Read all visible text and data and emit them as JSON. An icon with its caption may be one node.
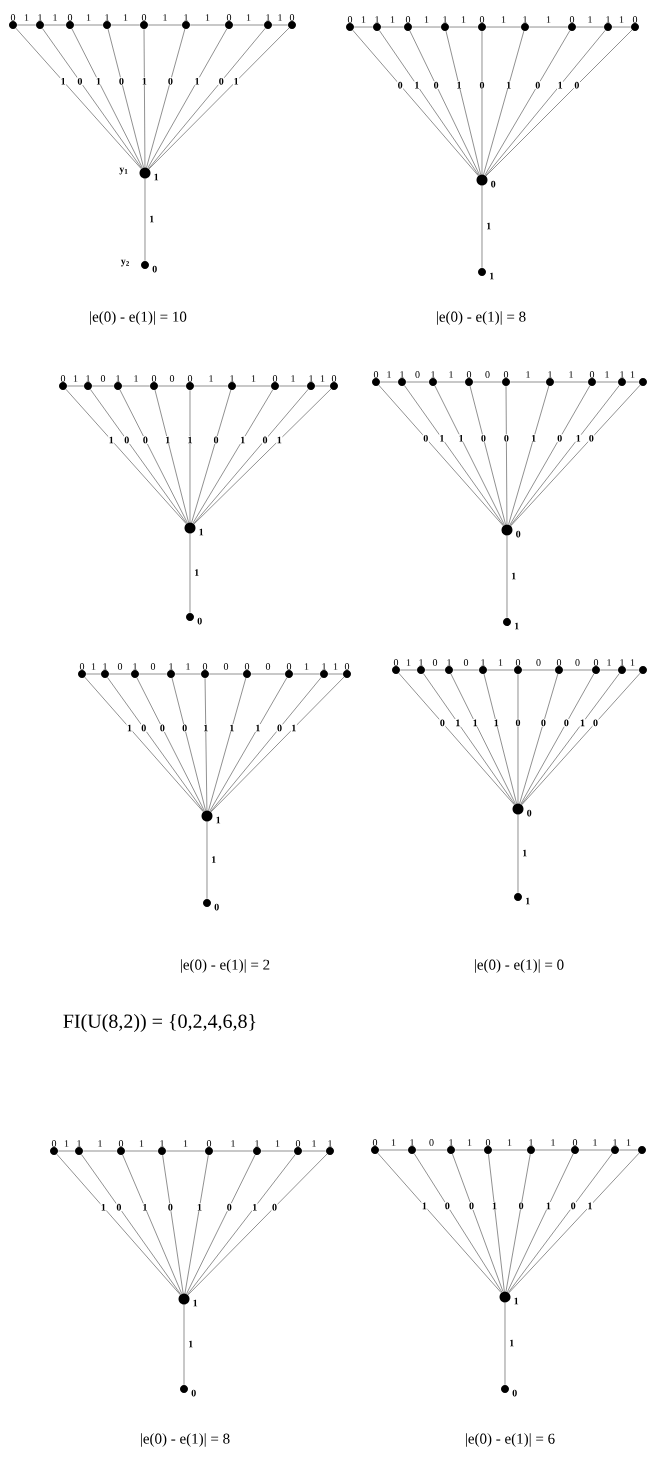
{
  "diagram": {
    "nodes": [
      {
        "text": [],
        "shape": "circle",
        "beside": [
          "0"
        ]
      },
      {
        "text": [],
        "shape": "circle",
        "beside": [
          "1"
        ]
      },
      {
        "text": [],
        "shape": "circle",
        "beside": [
          "0"
        ]
      },
      {
        "text": [],
        "shape": "circle",
        "beside": [
          "1"
        ]
      },
      {
        "text": [],
        "shape": "circle",
        "beside": [
          "0"
        ]
      },
      {
        "text": [],
        "shape": "circle",
        "beside": [
          "1"
        ]
      },
      {
        "text": [],
        "shape": "circle",
        "beside": [
          "0"
        ]
      },
      {
        "text": [],
        "shape": "circle",
        "beside": [
          "1"
        ]
      },
      {
        "text": [],
        "shape": "circle",
        "beside": [
          "0"
        ]
      },
      {
        "text": [],
        "shape": "circle",
        "beside": [
          "y$_{1}$",
          "1"
        ]
      },
      {
        "text": [],
        "shape": "circle",
        "beside": [
          "y$_{2}$",
          "0"
        ]
      },
      {
        "text": [],
        "shape": "circle",
        "beside": [
          "0"
        ]
      },
      {
        "text": [],
        "shape": "circle",
        "beside": [
          "1"
        ]
      },
      {
        "text": [],
        "shape": "circle",
        "beside": [
          "0"
        ]
      },
      {
        "text": [],
        "shape": "circle",
        "beside": [
          "1"
        ]
      },
      {
        "text": [],
        "shape": "circle",
        "beside": [
          "0"
        ]
      },
      {
        "text": [],
        "shape": "circle",
        "beside": [
          "1"
        ]
      },
      {
        "text": [],
        "shape": "circle",
        "beside": [
          "0"
        ]
      },
      {
        "text": [],
        "shape": "circle",
        "beside": [
          "1"
        ]
      },
      {
        "text": [],
        "shape": "circle",
        "beside": [
          "0"
        ]
      },
      {
        "text": [],
        "shape": "circle",
        "beside": [
          "0"
        ]
      },
      {
        "text": [],
        "shape": "circle",
        "beside": [
          "1"
        ]
      },
      {
        "text": [],
        "shape": "circle",
        "beside": [
          "0"
        ]
      },
      {
        "text": [],
        "shape": "circle",
        "beside": [
          "1"
        ]
      },
      {
        "text": [],
        "shape": "circle",
        "beside": [
          "1"
        ]
      },
      {
        "text": [],
        "shape": "circle",
        "beside": [
          "0"
        ]
      },
      {
        "text": [],
        "shape": "circle",
        "beside": [
          "0"
        ]
      },
      {
        "text": [],
        "shape": "circle",
        "beside": [
          "1"
        ]
      },
      {
        "text": [],
        "shape": "circle",
        "beside": [
          "0"
        ]
      },
      {
        "text": [],
        "shape": "circle",
        "beside": [
          "1"
        ]
      },
      {
        "text": [],
        "shape": "circle",
        "beside": [
          "0"
        ]
      },
      {
        "text": [],
        "shape": "circle",
        "beside": [
          "1"
        ]
      },
      {
        "text": [],
        "shape": "circle",
        "beside": [
          "0"
        ]
      },
      {
        "text": [],
        "shape": "circle",
        "beside": [
          "0"
        ]
      },
      {
        "text": [],
        "shape": "circle",
        "beside": [
          "1"
        ]
      },
      {
        "text": [],
        "shape": "circle",
        "beside": [
          "1"
        ]
      },
      {
        "text": [],
        "shape": "circle",
        "beside": [
          "0"
        ]
      },
      {
        "text": [],
        "shape": "circle",
        "beside": [
          "0"
        ]
      },
      {
        "text": [],
        "shape": "circle",
        "beside": [
          "1"
        ]
      },
      {
        "text": [],
        "shape": "circle",
        "beside": [
          "0"
        ]
      },
      {
        "text": [],
        "shape": "circle",
        "beside": [
          "1"
        ]
      },
      {
        "text": [],
        "shape": "circle"
      },
      {
        "text": [],
        "shape": "circle",
        "beside": [
          "0"
        ]
      },
      {
        "text": [],
        "shape": "circle",
        "beside": [
          "1"
        ]
      },
      {
        "text": [],
        "shape": "circle",
        "beside": [
          "0"
        ]
      },
      {
        "text": [],
        "shape": "circle",
        "beside": [
          "1"
        ]
      },
      {
        "text": [],
        "shape": "circle",
        "beside": [
          "1"
        ]
      },
      {
        "text": [],
        "shape": "circle",
        "beside": [
          "1"
        ]
      },
      {
        "text": [],
        "shape": "circle",
        "beside": [
          "0"
        ]
      },
      {
        "text": [],
        "shape": "circle",
        "beside": [
          "0"
        ]
      },
      {
        "text": [],
        "shape": "circle",
        "beside": [
          "0"
        ]
      },
      {
        "text": [],
        "shape": "circle",
        "beside": [
          "1"
        ]
      },
      {
        "text": [],
        "shape": "circle",
        "beside": [
          "0"
        ]
      },
      {
        "text": [],
        "shape": "circle",
        "beside": [
          "1"
        ]
      },
      {
        "text": [],
        "shape": "circle",
        "beside": [
          "0"
        ]
      },
      {
        "text": [],
        "shape": "circle",
        "beside": [
          "0"
        ]
      },
      {
        "text": [],
        "shape": "circle",
        "beside": [
          "1"
        ]
      },
      {
        "text": [],
        "shape": "circle",
        "beside": [
          "1"
        ]
      },
      {
        "text": [],
        "shape": "circle",
        "beside": [
          "1"
        ]
      },
      {
        "text": [],
        "shape": "circle",
        "beside": [
          "0"
        ]
      },
      {
        "text": [],
        "shape": "circle",
        "beside": [
          "0"
        ]
      },
      {
        "text": [],
        "shape": "circle",
        "beside": [
          "0"
        ]
      },
      {
        "text": [],
        "shape": "circle",
        "beside": [
          "1"
        ]
      },
      {
        "text": [],
        "shape": "circle"
      },
      {
        "text": [],
        "shape": "circle",
        "beside": [
          "0"
        ]
      },
      {
        "text": [],
        "shape": "circle",
        "beside": [
          "1"
        ]
      },
      {
        "text": [],
        "shape": "circle",
        "beside": [
          "0"
        ]
      },
      {
        "text": [],
        "shape": "circle",
        "beside": [
          "1"
        ]
      },
      {
        "text": [],
        "shape": "circle",
        "beside": [
          "0"
        ]
      },
      {
        "text": [],
        "shape": "circle",
        "beside": [
          "1"
        ]
      },
      {
        "text": [],
        "shape": "circle",
        "beside": [
          "0"
        ]
      },
      {
        "text": [],
        "shape": "circle",
        "beside": [
          "1"
        ]
      },
      {
        "text": [],
        "shape": "circle",
        "beside": [
          "0"
        ]
      },
      {
        "text": [],
        "shape": "circle",
        "beside": [
          "1"
        ]
      },
      {
        "text": [],
        "shape": "circle",
        "beside": [
          "1"
        ]
      },
      {
        "text": [],
        "shape": "circle",
        "beside": [
          "0"
        ]
      },
      {
        "text": [],
        "shape": "circle",
        "beside": [
          "0"
        ]
      },
      {
        "text": [],
        "shape": "circle",
        "beside": [
          "1"
        ]
      },
      {
        "text": [],
        "shape": "circle",
        "beside": [
          "1"
        ]
      },
      {
        "text": [],
        "shape": "circle",
        "beside": [
          "0"
        ]
      },
      {
        "text": [],
        "shape": "circle",
        "beside": [
          "1"
        ]
      },
      {
        "text": [],
        "shape": "circle",
        "beside": [
          "0"
        ]
      },
      {
        "text": [],
        "shape": "circle",
        "beside": [
          "1"
        ]
      },
      {
        "text": [],
        "shape": "circle"
      },
      {
        "text": [],
        "shape": "circle",
        "beside": [
          "1"
        ]
      },
      {
        "text": [],
        "shape": "circle",
        "beside": [
          "0"
        ]
      }
    ],
    "edges": [
      {
        "from": 0,
        "to": 1,
        "arrow": "none",
        "label": "1"
      },
      {
        "from": 1,
        "to": 2,
        "arrow": "none",
        "label": "1"
      },
      {
        "from": 2,
        "to": 3,
        "arrow": "none",
        "label": "1"
      },
      {
        "from": 3,
        "to": 4,
        "arrow": "none",
        "label": "1"
      },
      {
        "from": 4,
        "to": 5,
        "arrow": "none",
        "label": "1"
      },
      {
        "from": 5,
        "to": 6,
        "arrow": "none",
        "label": "1"
      },
      {
        "from": 6,
        "to": 7,
        "arrow": "none",
        "label": "1"
      },
      {
        "from": 7,
        "to": 8,
        "arrow": "none",
        "label": "1"
      },
      {
        "from": 0,
        "to": 9,
        "arrow": "none",
        "label": "1"
      },
      {
        "from": 1,
        "to": 9,
        "arrow": "none",
        "label": "0"
      },
      {
        "from": 2,
        "to": 9,
        "arrow": "none",
        "label": "1"
      },
      {
        "from": 3,
        "to": 9,
        "arrow": "none",
        "label": "0"
      },
      {
        "from": 4,
        "to": 9,
        "arrow": "none",
        "label": "1"
      },
      {
        "from": 5,
        "to": 9,
        "arrow": "none",
        "label": "0"
      },
      {
        "from": 6,
        "to": 9,
        "arrow": "none",
        "label": "1"
      },
      {
        "from": 7,
        "to": 9,
        "arrow": "none",
        "label": "0"
      },
      {
        "from": 8,
        "to": 9,
        "arrow": "none",
        "label": "1"
      },
      {
        "from": 9,
        "to": 10,
        "arrow": "none",
        "label": "1"
      },
      {
        "from": 11,
        "to": 12,
        "arrow": "none",
        "label": "1"
      },
      {
        "from": 12,
        "to": 13,
        "arrow": "none",
        "label": "1"
      },
      {
        "from": 13,
        "to": 14,
        "arrow": "none",
        "label": "1"
      },
      {
        "from": 14,
        "to": 15,
        "arrow": "none",
        "label": "1"
      },
      {
        "from": 15,
        "to": 16,
        "arrow": "none",
        "label": "1"
      },
      {
        "from": 16,
        "to": 17,
        "arrow": "none",
        "label": "1"
      },
      {
        "from": 17,
        "to": 18,
        "arrow": "none",
        "label": "1"
      },
      {
        "from": 18,
        "to": 19,
        "arrow": "none",
        "label": "1"
      },
      {
        "from": 11,
        "to": 20,
        "arrow": "none",
        "label": "0"
      },
      {
        "from": 12,
        "to": 20,
        "arrow": "none",
        "label": "1"
      },
      {
        "from": 13,
        "to": 20,
        "arrow": "none",
        "label": "0"
      },
      {
        "from": 14,
        "to": 20,
        "arrow": "none",
        "label": "1"
      },
      {
        "from": 15,
        "to": 20,
        "arrow": "none",
        "label": "0"
      },
      {
        "from": 16,
        "to": 20,
        "arrow": "none",
        "label": "1"
      },
      {
        "from": 17,
        "to": 20,
        "arrow": "none",
        "label": "0"
      },
      {
        "from": 18,
        "to": 20,
        "arrow": "none",
        "label": "1"
      },
      {
        "from": 19,
        "to": 20,
        "arrow": "none",
        "label": "0"
      },
      {
        "from": 20,
        "to": 21,
        "arrow": "none",
        "label": "1"
      },
      {
        "from": 22,
        "to": 23,
        "arrow": "none",
        "label": "1"
      },
      {
        "from": 23,
        "to": 24,
        "arrow": "none",
        "label": "0"
      },
      {
        "from": 24,
        "to": 25,
        "arrow": "none",
        "label": "1"
      },
      {
        "from": 25,
        "to": 26,
        "arrow": "none",
        "label": "0"
      },
      {
        "from": 26,
        "to": 27,
        "arrow": "none",
        "label": "1"
      },
      {
        "from": 27,
        "to": 28,
        "arrow": "none",
        "label": "1"
      },
      {
        "from": 28,
        "to": 29,
        "arrow": "none",
        "label": "1"
      },
      {
        "from": 29,
        "to": 30,
        "arrow": "none",
        "label": "1"
      },
      {
        "from": 22,
        "to": 31,
        "arrow": "none",
        "label": "1"
      },
      {
        "from": 23,
        "to": 31,
        "arrow": "none",
        "label": "0"
      },
      {
        "from": 24,
        "to": 31,
        "arrow": "none",
        "label": "0"
      },
      {
        "from": 25,
        "to": 31,
        "arrow": "none",
        "label": "1"
      },
      {
        "from": 26,
        "to": 31,
        "arrow": "none",
        "label": "1"
      },
      {
        "from": 27,
        "to": 31,
        "arrow": "none",
        "label": "0"
      },
      {
        "from": 28,
        "to": 31,
        "arrow": "none",
        "label": "1"
      },
      {
        "from": 29,
        "to": 31,
        "arrow": "none",
        "label": "0"
      },
      {
        "from": 30,
        "to": 31,
        "arrow": "none",
        "label": "1"
      },
      {
        "from": 31,
        "to": 32,
        "arrow": "none",
        "label": "1"
      },
      {
        "from": 33,
        "to": 34,
        "arrow": "none",
        "label": "1"
      },
      {
        "from": 34,
        "to": 35,
        "arrow": "none",
        "label": "0"
      },
      {
        "from": 35,
        "to": 36,
        "arrow": "none",
        "label": "1"
      },
      {
        "from": 36,
        "to": 37,
        "arrow": "none",
        "label": "0"
      },
      {
        "from": 37,
        "to": 38,
        "arrow": "none",
        "label": "1"
      },
      {
        "from": 38,
        "to": 39,
        "arrow": "none",
        "label": "1"
      },
      {
        "from": 39,
        "to": 40,
        "arrow": "none",
        "label": "1"
      },
      {
        "from": 40,
        "to": 41,
        "arrow": "none",
        "label": "1"
      },
      {
        "from": 33,
        "to": 42,
        "arrow": "none",
        "label": "0"
      },
      {
        "from": 34,
        "to": 42,
        "arrow": "none",
        "label": "1"
      },
      {
        "from": 35,
        "to": 42,
        "arrow": "none",
        "label": "1"
      },
      {
        "from": 36,
        "to": 42,
        "arrow": "none",
        "label": "0"
      },
      {
        "from": 37,
        "to": 42,
        "arrow": "none",
        "label": "0"
      },
      {
        "from": 38,
        "to": 42,
        "arrow": "none",
        "label": "1"
      },
      {
        "from": 39,
        "to": 42,
        "arrow": "none",
        "label": "0"
      },
      {
        "from": 40,
        "to": 42,
        "arrow": "none",
        "label": "1"
      },
      {
        "from": 41,
        "to": 42,
        "arrow": "none",
        "label": "0"
      },
      {
        "from": 42,
        "to": 43,
        "arrow": "none",
        "label": "1"
      },
      {
        "from": 44,
        "to": 45,
        "arrow": "none",
        "label": "1"
      },
      {
        "from": 45,
        "to": 46,
        "arrow": "none",
        "label": "0"
      },
      {
        "from": 46,
        "to": 47,
        "arrow": "none",
        "label": "0"
      },
      {
        "from": 47,
        "to": 48,
        "arrow": "none",
        "label": "1"
      },
      {
        "from": 48,
        "to": 49,
        "arrow": "none",
        "label": "0"
      },
      {
        "from": 49,
        "to": 50,
        "arrow": "none",
        "label": "0"
      },
      {
        "from": 50,
        "to": 51,
        "arrow": "none",
        "label": "1"
      },
      {
        "from": 51,
        "to": 52,
        "arrow": "none",
        "label": "1"
      },
      {
        "from": 44,
        "to": 53,
        "arrow": "none",
        "label": "1"
      },
      {
        "from": 45,
        "to": 53,
        "arrow": "none",
        "label": "0"
      },
      {
        "from": 46,
        "to": 53,
        "arrow": "none",
        "label": "0"
      },
      {
        "from": 47,
        "to": 53,
        "arrow": "none",
        "label": "0"
      },
      {
        "from": 48,
        "to": 53,
        "arrow": "none",
        "label": "1"
      },
      {
        "from": 49,
        "to": 53,
        "arrow": "none",
        "label": "1"
      },
      {
        "from": 50,
        "to": 53,
        "arrow": "none",
        "label": "1"
      },
      {
        "from": 51,
        "to": 53,
        "arrow": "none",
        "label": "0"
      },
      {
        "from": 52,
        "to": 53,
        "arrow": "none",
        "label": "1"
      },
      {
        "from": 53,
        "to": 54,
        "arrow": "none",
        "label": "1"
      },
      {
        "from": 55,
        "to": 56,
        "arrow": "none",
        "label": "1"
      },
      {
        "from": 56,
        "to": 57,
        "arrow": "none",
        "label": "0"
      },
      {
        "from": 57,
        "to": 58,
        "arrow": "none",
        "label": "0"
      },
      {
        "from": 58,
        "to": 59,
        "arrow": "none",
        "label": "1"
      },
      {
        "from": 59,
        "to": 60,
        "arrow": "none",
        "label": "0"
      },
      {
        "from": 60,
        "to": 61,
        "arrow": "none",
        "label": "0"
      },
      {
        "from": 61,
        "to": 62,
        "arrow": "none",
        "label": "1"
      },
      {
        "from": 62,
        "to": 63,
        "arrow": "none",
        "label": "1"
      },
      {
        "from": 55,
        "to": 64,
        "arrow": "none",
        "label": "0"
      },
      {
        "from": 56,
        "to": 64,
        "arrow": "none",
        "label": "1"
      },
      {
        "from": 57,
        "to": 64,
        "arrow": "none",
        "label": "1"
      },
      {
        "from": 58,
        "to": 64,
        "arrow": "none",
        "label": "1"
      },
      {
        "from": 59,
        "to": 64,
        "arrow": "none",
        "label": "0"
      },
      {
        "from": 60,
        "to": 64,
        "arrow": "none",
        "label": "0"
      },
      {
        "from": 61,
        "to": 64,
        "arrow": "none",
        "label": "0"
      },
      {
        "from": 62,
        "to": 64,
        "arrow": "none",
        "label": "1"
      },
      {
        "from": 63,
        "to": 64,
        "arrow": "none",
        "label": "0"
      },
      {
        "from": 64,
        "to": 65,
        "arrow": "none",
        "label": "1"
      },
      {
        "from": 66,
        "to": 67,
        "arrow": "none",
        "label": "1"
      },
      {
        "from": 67,
        "to": 68,
        "arrow": "none",
        "label": "1"
      },
      {
        "from": 68,
        "to": 69,
        "arrow": "none",
        "label": "1"
      },
      {
        "from": 69,
        "to": 70,
        "arrow": "none",
        "label": "1"
      },
      {
        "from": 70,
        "to": 71,
        "arrow": "none",
        "label": "1"
      },
      {
        "from": 71,
        "to": 72,
        "arrow": "none",
        "label": "1"
      },
      {
        "from": 72,
        "to": 73,
        "arrow": "none",
        "label": "1"
      },
      {
        "from": 66,
        "to": 74,
        "arrow": "none",
        "label": "1"
      },
      {
        "from": 67,
        "to": 74,
        "arrow": "none",
        "label": "0"
      },
      {
        "from": 68,
        "to": 74,
        "arrow": "none",
        "label": "1"
      },
      {
        "from": 69,
        "to": 74,
        "arrow": "none",
        "label": "0"
      },
      {
        "from": 70,
        "to": 74,
        "arrow": "none",
        "label": "1"
      },
      {
        "from": 71,
        "to": 74,
        "arrow": "none",
        "label": "0"
      },
      {
        "from": 72,
        "to": 74,
        "arrow": "none",
        "label": "1"
      },
      {
        "from": 73,
        "to": 74,
        "arrow": "none",
        "label": "0"
      },
      {
        "from": 74,
        "to": 75,
        "arrow": "none",
        "label": "1"
      },
      {
        "from": 76,
        "to": 77,
        "arrow": "none",
        "label": "1"
      },
      {
        "from": 77,
        "to": 78,
        "arrow": "none",
        "label": "0"
      },
      {
        "from": 78,
        "to": 79,
        "arrow": "none",
        "label": "1"
      },
      {
        "from": 79,
        "to": 80,
        "arrow": "none",
        "label": "1"
      },
      {
        "from": 80,
        "to": 81,
        "arrow": "none",
        "label": "1"
      },
      {
        "from": 81,
        "to": 82,
        "arrow": "none",
        "label": "1"
      },
      {
        "from": 82,
        "to": 83,
        "arrow": "none",
        "label": "1"
      },
      {
        "from": 76,
        "to": 84,
        "arrow": "none",
        "label": "1"
      },
      {
        "from": 77,
        "to": 84,
        "arrow": "none",
        "label": "0"
      },
      {
        "from": 78,
        "to": 84,
        "arrow": "none",
        "label": "0"
      },
      {
        "from": 79,
        "to": 84,
        "arrow": "none",
        "label": "1"
      },
      {
        "from": 80,
        "to": 84,
        "arrow": "none",
        "label": "0"
      },
      {
        "from": 81,
        "to": 84,
        "arrow": "none",
        "label": "1"
      },
      {
        "from": 82,
        "to": 84,
        "arrow": "none",
        "label": "0"
      },
      {
        "from": 83,
        "to": 84,
        "arrow": "none",
        "label": "1"
      },
      {
        "from": 84,
        "to": 85,
        "arrow": "none",
        "label": "1"
      }
    ],
    "labels": [
      "|e(0) - e(1)| = 10",
      "|e(0) - e(1)| = 8",
      "|e(0) - e(1)| = 2",
      "|e(0) - e(1)| = 0",
      "FI(U(8,2)) = {0,2,4,6,8}",
      "|e(0) - e(1)| = 8",
      "|e(0) - e(1)| = 6"
    ]
  }
}
